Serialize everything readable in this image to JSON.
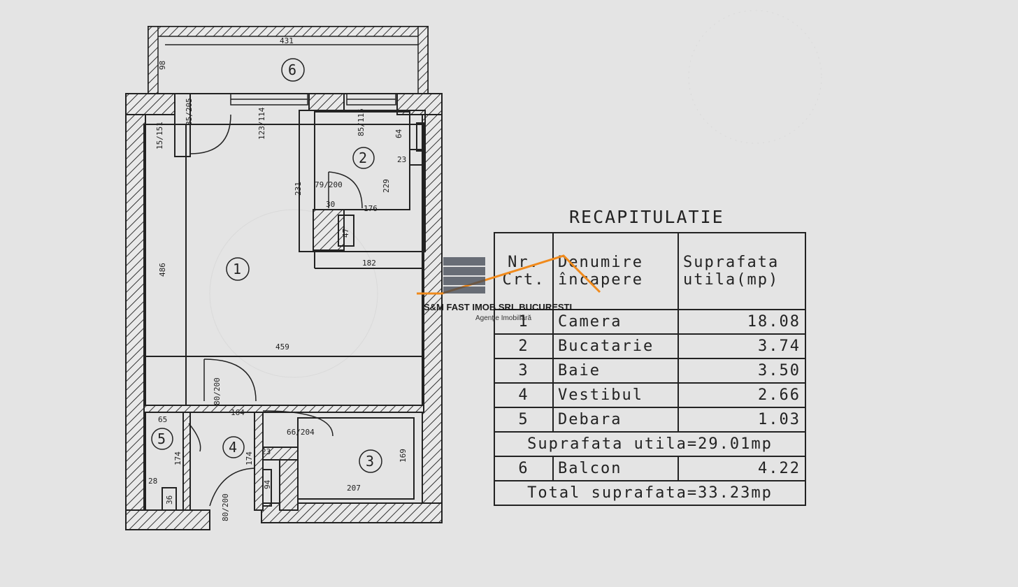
{
  "plan": {
    "dimensions": [
      "431",
      "98",
      "85/205",
      "123/114",
      "85/115",
      "64",
      "15/151",
      "23",
      "231",
      "79/200",
      "229",
      "30",
      "176",
      "47",
      "182",
      "486",
      "459",
      "80/200",
      "65",
      "164",
      "66/204",
      "169",
      "174",
      "174",
      "23",
      "28",
      "36",
      "94",
      "207",
      "80/200"
    ],
    "room_numbers": [
      "1",
      "2",
      "3",
      "4",
      "5",
      "6"
    ]
  },
  "recap": {
    "title": "RECAPITULATIE",
    "headers": {
      "nr": [
        "Nr.",
        "Crt."
      ],
      "name": [
        "Denumire",
        "încapere"
      ],
      "area": [
        "Suprafata",
        "utila(mp)"
      ]
    },
    "rows": [
      {
        "nr": "1",
        "name": "Camera",
        "area": "18.08"
      },
      {
        "nr": "2",
        "name": "Bucatarie",
        "area": "3.74"
      },
      {
        "nr": "3",
        "name": "Baie",
        "area": "3.50"
      },
      {
        "nr": "4",
        "name": "Vestibul",
        "area": "2.66"
      },
      {
        "nr": "5",
        "name": "Debara",
        "area": "1.03"
      }
    ],
    "useful_total": "Suprafata utila=29.01mp",
    "balcony": {
      "nr": "6",
      "name": "Balcon",
      "area": "4.22"
    },
    "grand_total": "Total suprafata=33.23mp"
  },
  "watermark": {
    "company": "S&M FAST IMOB SRL BUCURESTI",
    "subtitle": "Agenție Imobiliară",
    "accent_color": "#f08a1c",
    "icon": "building-icon"
  }
}
